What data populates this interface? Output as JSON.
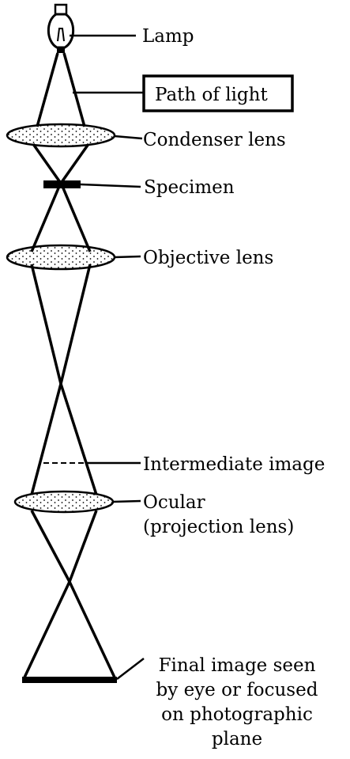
{
  "diagram": {
    "labels": {
      "lamp": "Lamp",
      "path_of_light": "Path of light",
      "condenser_lens": "Condenser lens",
      "specimen": "Specimen",
      "objective_lens": "Objective lens",
      "intermediate_image": "Intermediate image",
      "ocular_line1": "Ocular",
      "ocular_line2": "(projection lens)",
      "final_line1": "Final image seen",
      "final_line2": "by eye or focused",
      "final_line3": "on photographic",
      "final_line4": "plane"
    }
  }
}
